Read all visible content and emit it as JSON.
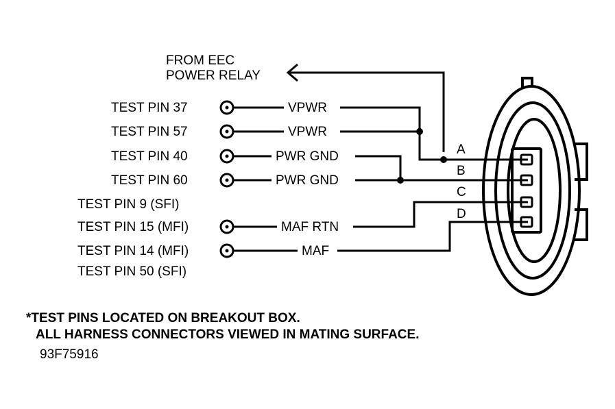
{
  "relay_label": [
    "FROM EEC",
    "POWER RELAY"
  ],
  "test_pins": [
    {
      "label": "TEST PIN 37",
      "signal": "VPWR"
    },
    {
      "label": "TEST PIN 57",
      "signal": "VPWR"
    },
    {
      "label": "TEST PIN 40",
      "signal": "PWR GND"
    },
    {
      "label": "TEST PIN 60",
      "signal": "PWR GND"
    },
    {
      "label": "TEST PIN 15 (MFI)",
      "signal": "MAF RTN"
    },
    {
      "label": "TEST PIN 14 (MFI)",
      "signal": "MAF"
    }
  ],
  "alt_pin_labels": [
    "TEST PIN 9 (SFI)",
    "TEST PIN 50 (SFI)"
  ],
  "connector_pins": [
    "A",
    "B",
    "C",
    "D"
  ],
  "notes": [
    "*TEST PINS LOCATED ON BREAKOUT BOX.",
    "ALL HARNESS CONNECTORS VIEWED IN MATING SURFACE."
  ],
  "figure_id": "93F75916"
}
